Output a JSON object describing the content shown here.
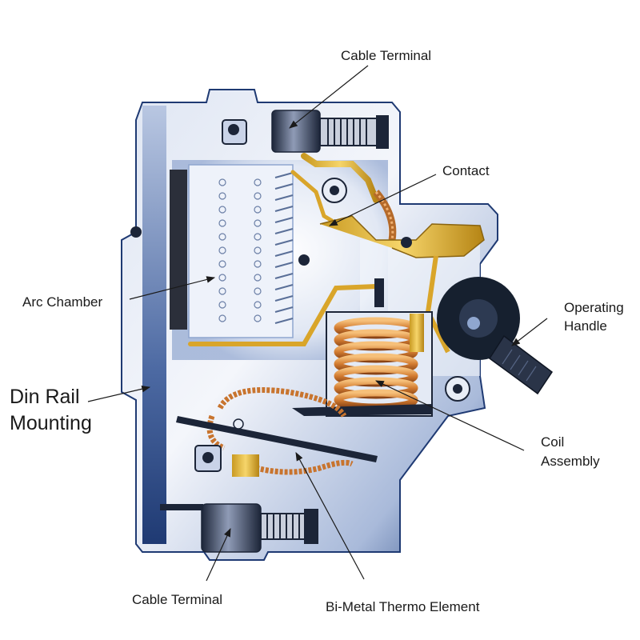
{
  "labels": {
    "cable_terminal_top": "Cable Terminal",
    "contact": "Contact",
    "arc_chamber": "Arc Chamber",
    "operating_handle_line1": "Operating",
    "operating_handle_line2": "Handle",
    "din_rail_line1": "Din Rail",
    "din_rail_line2": "Mounting",
    "coil_line1": "Coil",
    "coil_line2": "Assembly",
    "cable_terminal_bottom": "Cable Terminal",
    "bimetal": "Bi-Metal Thermo Element"
  },
  "colors": {
    "body_dark": "#2a4a86",
    "body_mid": "#8fa6cf",
    "body_light": "#eef2fa",
    "copper": "#c8742e",
    "copper_light": "#f2b070",
    "gold": "#e0b030",
    "metal_dark": "#1c2538",
    "handle": "#16202f"
  }
}
